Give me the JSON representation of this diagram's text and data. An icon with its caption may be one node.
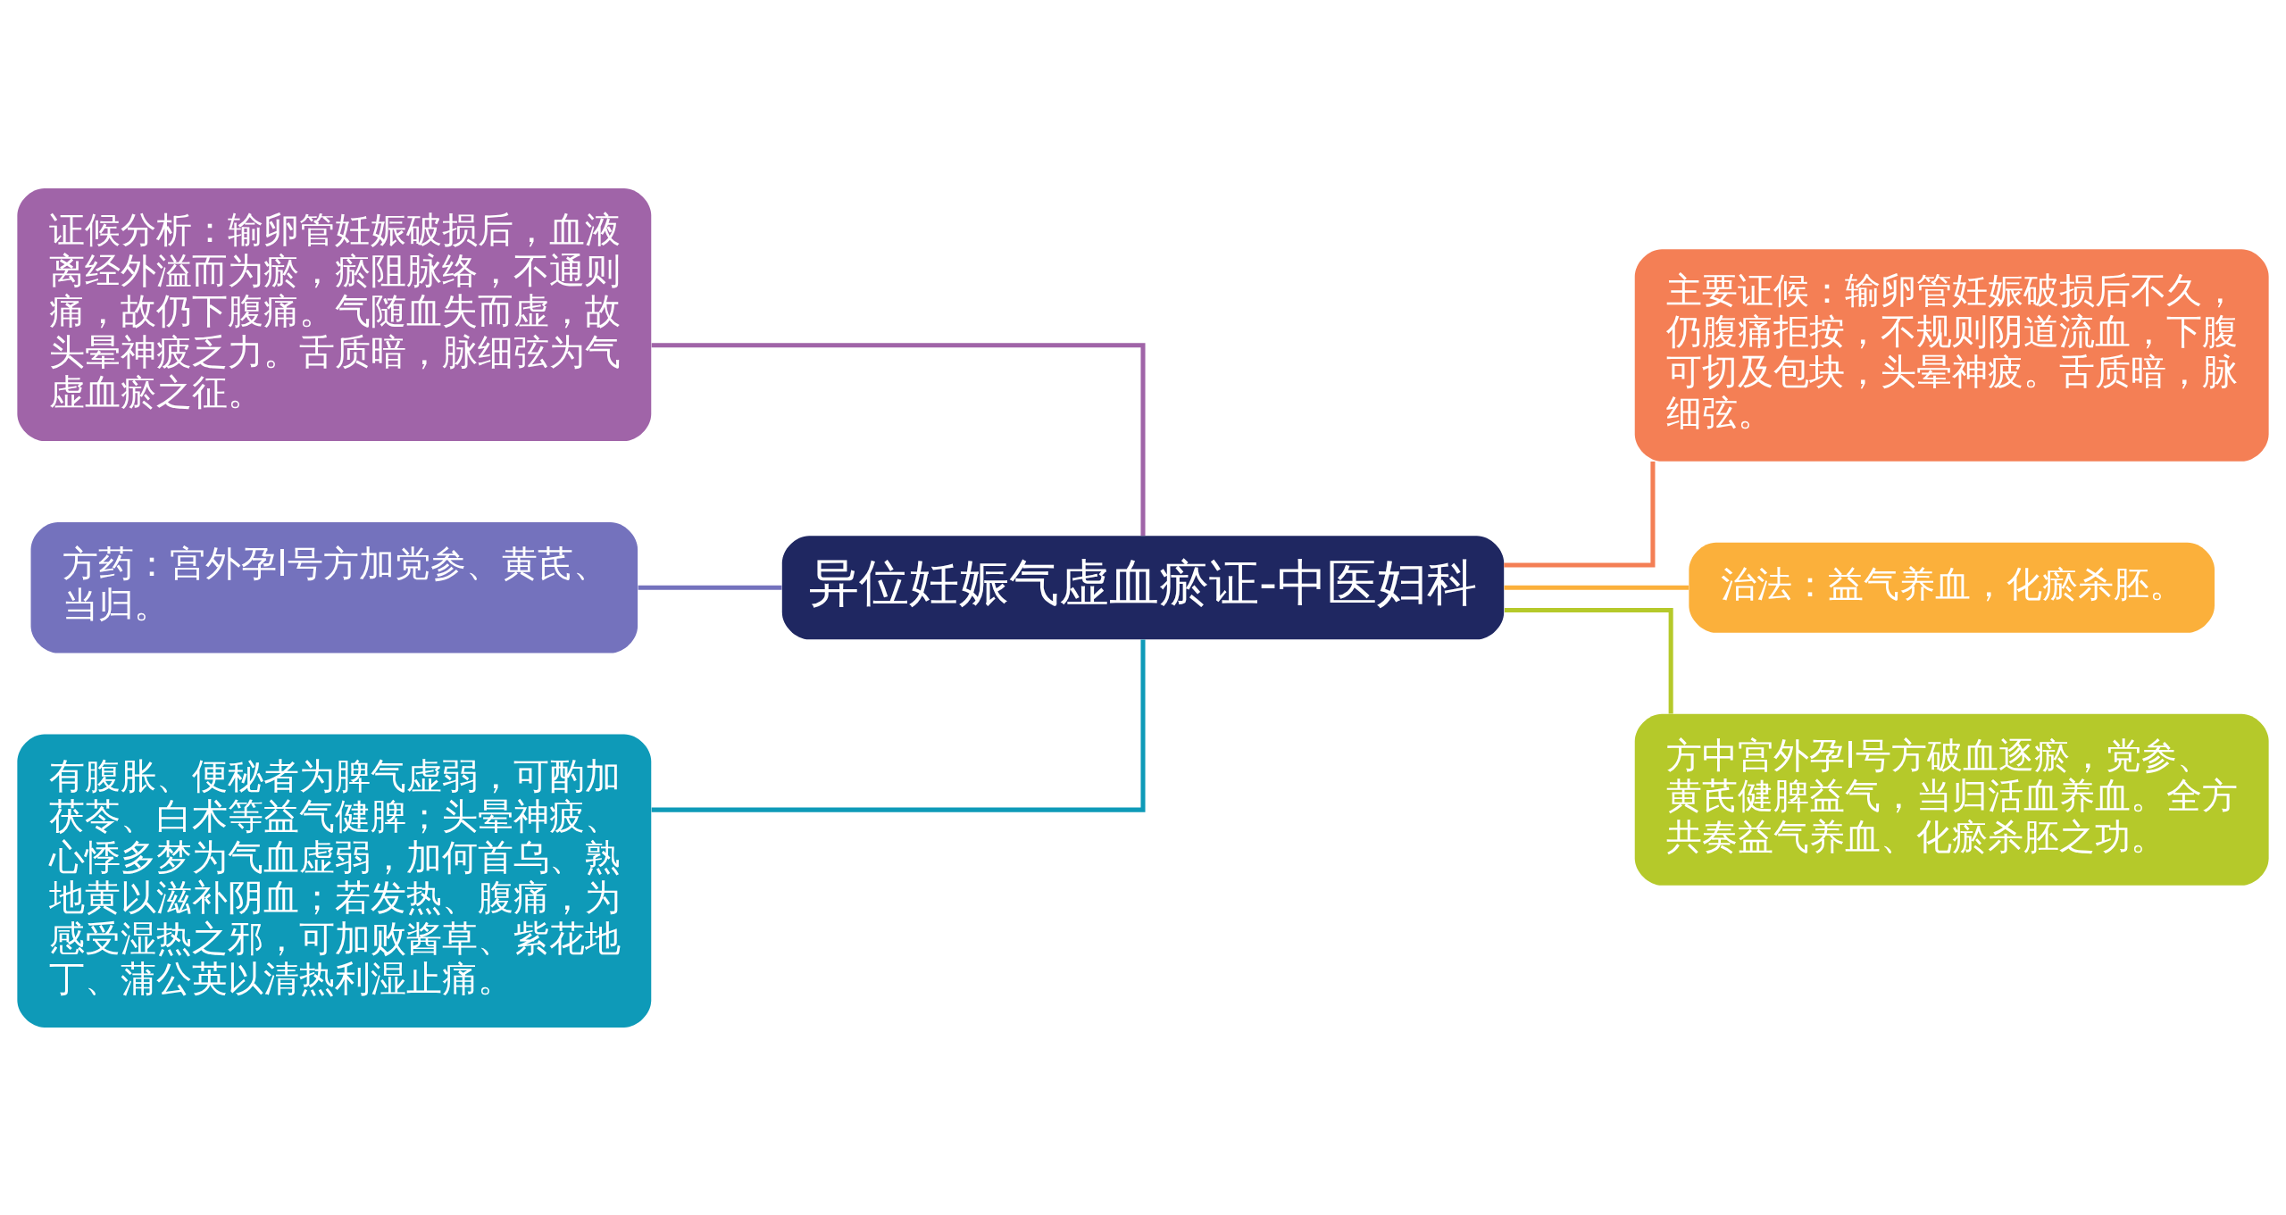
{
  "diagram": {
    "nodes": [
      {
        "text": [
          "异位妊娠气虚血瘀证-中医妇科"
        ]
      },
      {
        "text": [
          "证候分析：输卵管妊娠破损后，血液离经外溢而为瘀，瘀阻脉络，不通则痛，故仍下腹痛。气随血失而虚，故头晕神疲乏力。舌质暗，脉细弦为气虚血瘀之征。"
        ]
      },
      {
        "text": [
          "方药：宫外孕Ⅰ号方加党参、黄芪、当归。"
        ]
      },
      {
        "text": [
          "有腹胀、便秘者为脾气虚弱，可酌加茯苓、白术等益气健脾；头晕神疲、心悸多梦为气血虚弱，加何首乌、熟地黄以滋补阴血；若发热、腹痛，为感受湿热之邪，可加败酱草、紫花地丁、蒲公英以清热利湿止痛。"
        ]
      },
      {
        "text": [
          "主要证候：输卵管妊娠破损后不久，仍腹痛拒按，不规则阴道流血，下腹可切及包块，头晕神疲。舌质暗，脉细弦。"
        ]
      },
      {
        "text": [
          "治法：益气养血，化瘀杀胚。"
        ]
      },
      {
        "text": [
          "方中宫外孕Ⅰ号方破血逐瘀，党参、黄芪健脾益气，当归活血养血。全方共奏益气养血、化瘀杀胚之功。"
        ]
      }
    ],
    "edges": [
      {
        "from": 0,
        "to": 1,
        "arrow": "none",
        "color": "#a064a8"
      },
      {
        "from": 0,
        "to": 2,
        "arrow": "none",
        "color": "#7472bd"
      },
      {
        "from": 0,
        "to": 3,
        "arrow": "none",
        "color": "#0e9ab8"
      },
      {
        "from": 0,
        "to": 4,
        "arrow": "none",
        "color": "#f47f55"
      },
      {
        "from": 0,
        "to": 5,
        "arrow": "none",
        "color": "#fbb03b"
      },
      {
        "from": 0,
        "to": 6,
        "arrow": "none",
        "color": "#b5c92a"
      }
    ]
  }
}
